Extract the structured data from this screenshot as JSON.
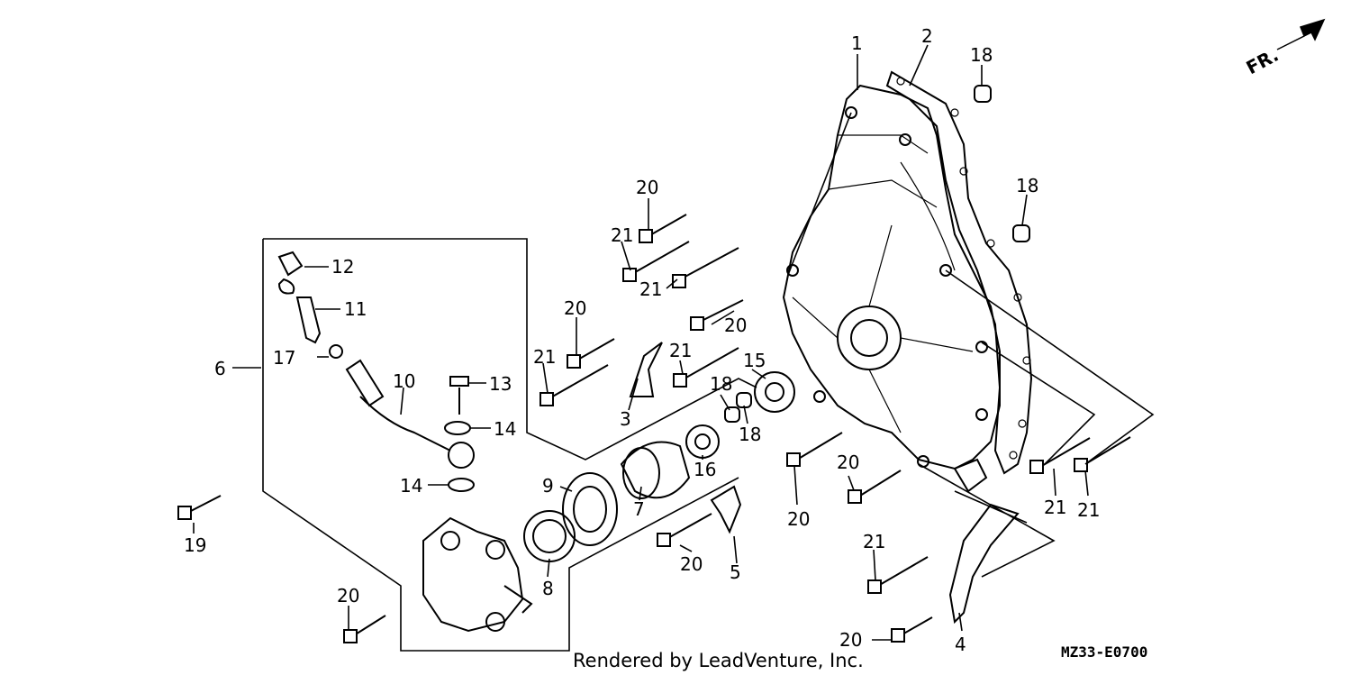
{
  "orientation_label": "FR.",
  "credit_text": "Rendered by LeadVenture, Inc.",
  "diagram_code": "MZ33-E0700",
  "callouts": {
    "c1": "1",
    "c2": "2",
    "c3": "3",
    "c4": "4",
    "c5": "5",
    "c6": "6",
    "c7": "7",
    "c8": "8",
    "c9": "9",
    "c10": "10",
    "c11": "11",
    "c12": "12",
    "c13": "13",
    "c14a": "14",
    "c14b": "14",
    "c15": "15",
    "c16": "16",
    "c17": "17",
    "c18a": "18",
    "c18b": "18",
    "c18c": "18",
    "c18d": "18",
    "c19": "19",
    "c20a": "20",
    "c20b": "20",
    "c20c": "20",
    "c20d": "20",
    "c20e": "20",
    "c20f": "20",
    "c20g": "20",
    "c20h": "20",
    "c21a": "21",
    "c21b": "21",
    "c21c": "21",
    "c21d": "21",
    "c21e": "21",
    "c21f": "21",
    "c21g": "21"
  },
  "icons": {
    "orientation": "arrow-icon",
    "bolt": "bolt-icon",
    "dowel": "dowel-pin-icon"
  }
}
